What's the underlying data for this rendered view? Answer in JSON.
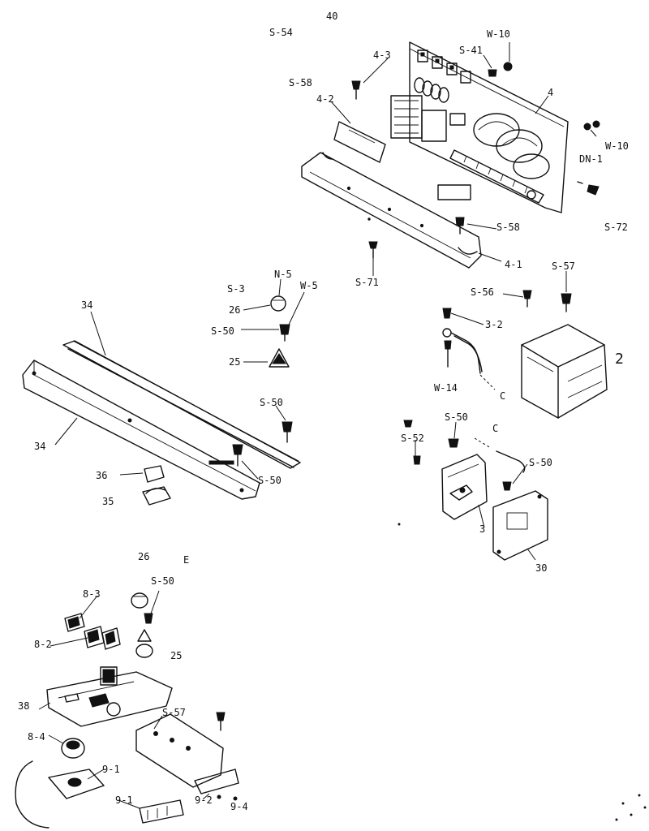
{
  "parts": {
    "p40": "40",
    "s54": "S-54",
    "s58a": "S-58",
    "p4_3": "4-3",
    "s41": "S-41",
    "w10a": "W-10",
    "p4": "4",
    "p4_2": "4-2",
    "w10b": "W-10",
    "dn1": "DN-1",
    "s58b": "S-58",
    "s72": "S-72",
    "p4_1": "4-1",
    "s71": "S-71",
    "s3": "S-3",
    "n5": "N-5",
    "w5": "W-5",
    "p26a": "26",
    "s50a": "S-50",
    "p25": "25",
    "s57a": "S-57",
    "s56": "S-56",
    "p3_2": "3-2",
    "p2": "2",
    "w14": "W-14",
    "c1": "C",
    "p34a": "34",
    "p34b": "34",
    "s50b": "S-50",
    "s50c": "S-50",
    "p36": "36",
    "p35": "35",
    "s50d": "S-50",
    "s52": "S-52",
    "c2": "C",
    "s50e": "S-50",
    "p3": "3",
    "p30": "30",
    "p26b": "26",
    "e": "E",
    "s50f": "S-50",
    "p8_3": "8-3",
    "p8_2": "8-2",
    "p25b": "25",
    "p38": "38",
    "s57b": "S-57",
    "p8_4": "8-4",
    "p9_1a": "9-1",
    "p9_1b": "9-1",
    "p9_2": "9-2",
    "p9_4": "9-4"
  }
}
